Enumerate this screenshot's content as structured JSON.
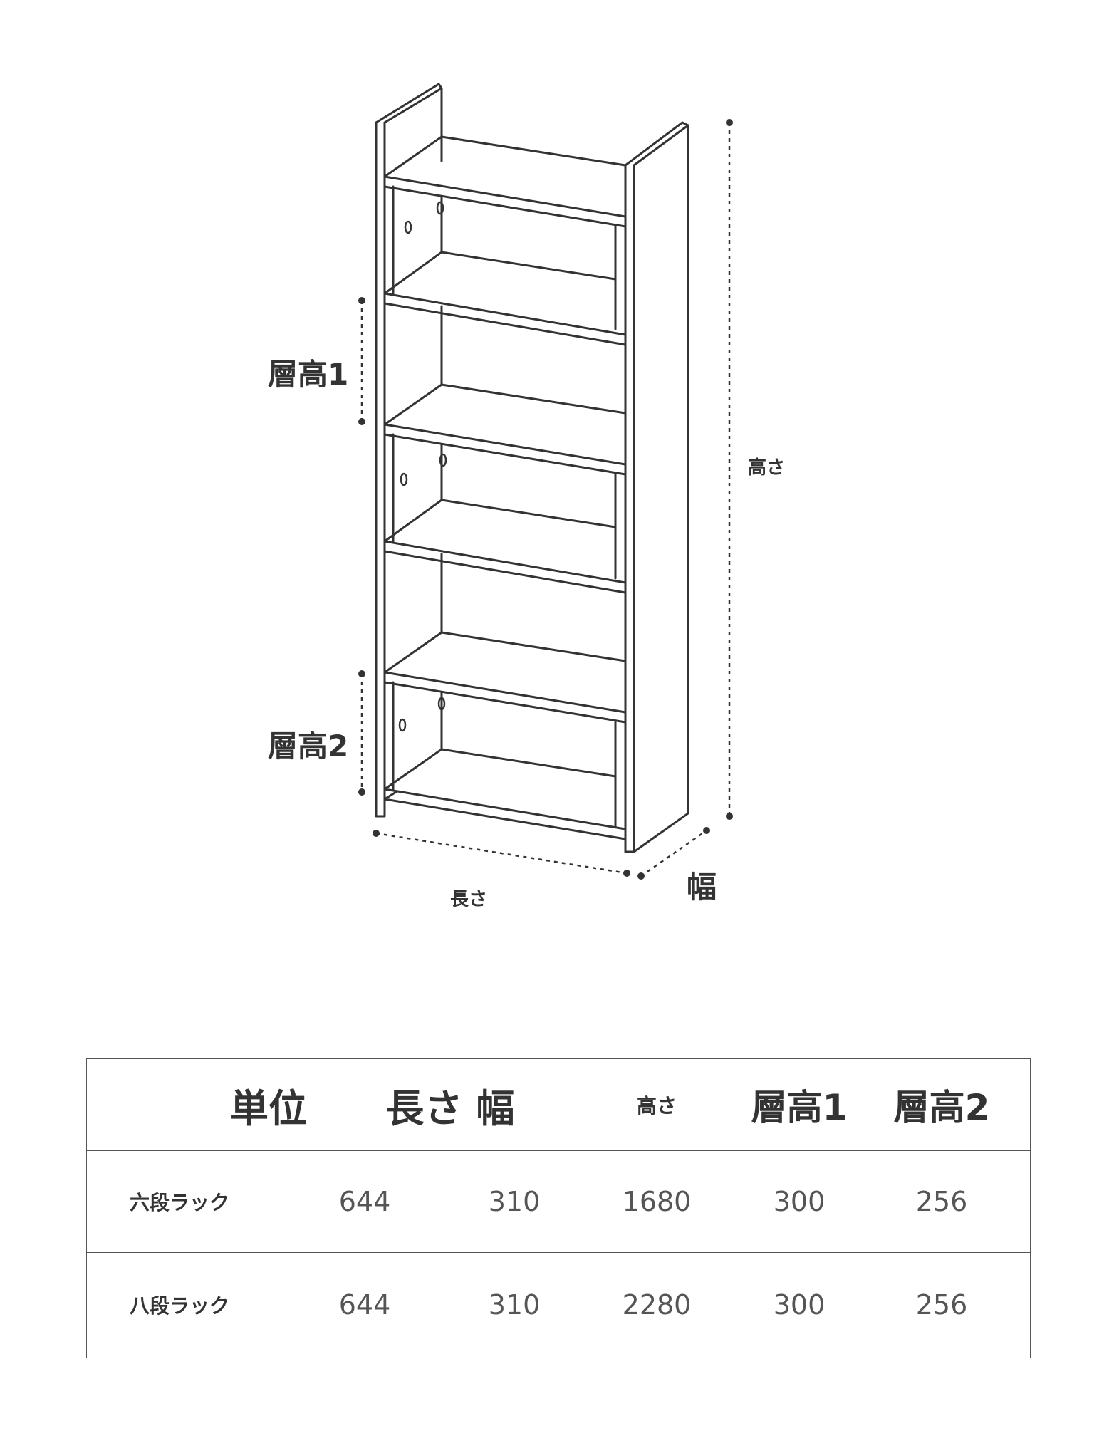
{
  "diagram": {
    "labels": {
      "layer_height_1": "層高1",
      "layer_height_2": "層高2",
      "height": "高さ",
      "length": "長さ",
      "width": "幅"
    }
  },
  "table": {
    "headers": {
      "unit": "単位",
      "length_width": "長さ 幅",
      "height": "高さ",
      "layer_height_1": "層高1",
      "layer_height_2": "層高2"
    },
    "rows": [
      {
        "label": "六段ラック",
        "length": "644",
        "width": "310",
        "height": "1680",
        "layer_height_1": "300",
        "layer_height_2": "256"
      },
      {
        "label": "八段ラック",
        "length": "644",
        "width": "310",
        "height": "2280",
        "layer_height_1": "300",
        "layer_height_2": "256"
      }
    ]
  },
  "colors": {
    "line": "#333333",
    "border": "#555555",
    "text": "#333333",
    "number": "#555555"
  }
}
